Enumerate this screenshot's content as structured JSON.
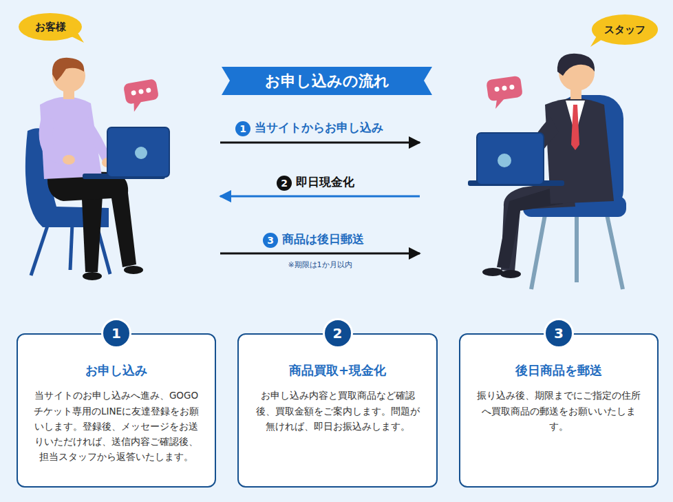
{
  "diagram": {
    "title": "お申し込みの流れ",
    "nodes": [
      {
        "text": [
          "お客様"
        ]
      },
      {
        "text": [
          "スタッフ"
        ]
      },
      {
        "text": [
          "1",
          "お申し込み",
          "当サイトのお申し込みへ進み、GOGOチケット専用のLINEに友達登録をお願いします。登録後、メッセージをお送りいただければ、送信内容ご確認後、担当スタッフから返答いたします。"
        ]
      },
      {
        "text": [
          "2",
          "商品買取+現金化",
          "お申し込み内容と買取商品など確認後、買取金額をご案内します。問題が無ければ、即日お振込みします。"
        ]
      },
      {
        "text": [
          "3",
          "後日商品を郵送",
          "振り込み後、期限までにご指定の住所へ買取商品の郵送をお願いいたします。"
        ]
      }
    ],
    "edges": [
      {
        "from": 0,
        "to": 1,
        "label": "当サイトからお申し込み",
        "arrow": "to"
      },
      {
        "from": 1,
        "to": 0,
        "label": "即日現金化",
        "arrow": "to"
      },
      {
        "from": 0,
        "to": 1,
        "label": "商品は後日郵送",
        "arrow": "to"
      }
    ],
    "labels": [
      "1",
      "2",
      "3",
      "※期限は1か月以内"
    ]
  }
}
